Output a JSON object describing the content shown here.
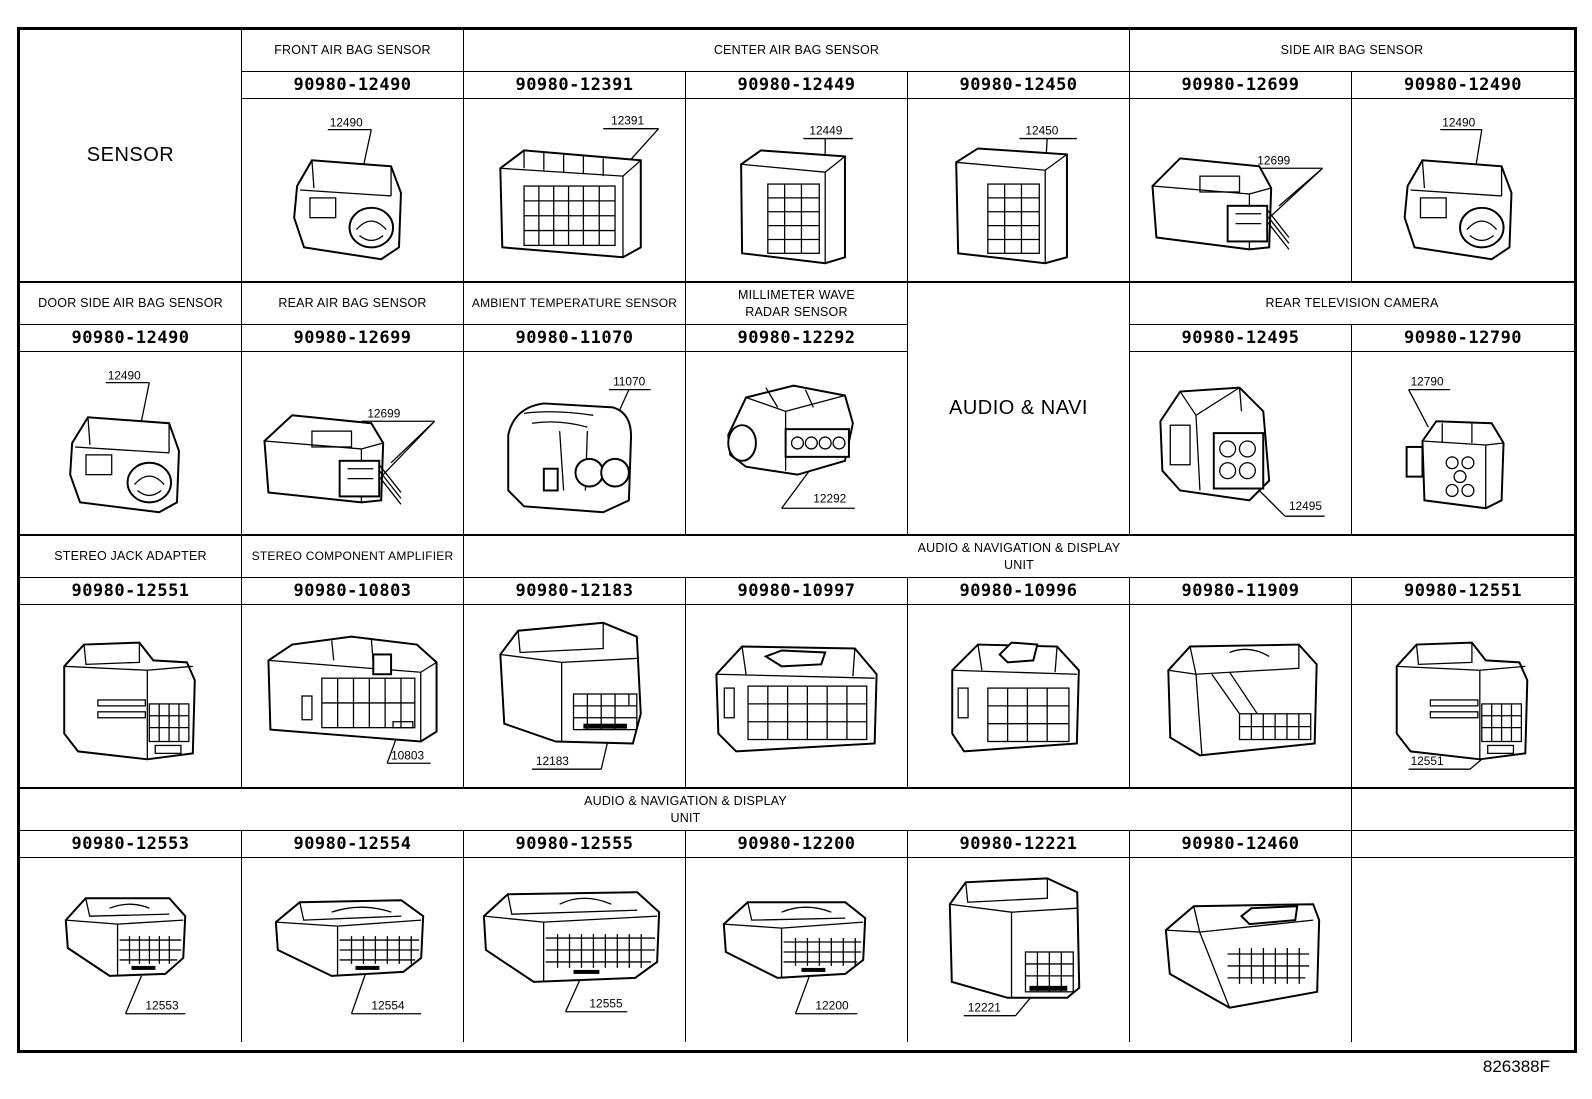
{
  "figure_code": "826388F",
  "row1": {
    "sensor_label": "SENSOR",
    "front_air_bag_sensor": "FRONT AIR BAG SENSOR",
    "center_air_bag_sensor": "CENTER AIR BAG SENSOR",
    "side_air_bag_sensor": "SIDE AIR BAG SENSOR",
    "parts": [
      "90980-12490",
      "90980-12391",
      "90980-12449",
      "90980-12450",
      "90980-12699",
      "90980-12490"
    ],
    "callouts": [
      "12490",
      "12391",
      "12449",
      "12450",
      "12699",
      "12490"
    ]
  },
  "row2": {
    "labels": [
      "DOOR SIDE AIR BAG SENSOR",
      "REAR AIR BAG SENSOR",
      "AMBIENT TEMPERATURE SENSOR",
      "MILLIMETER WAVE\nRADAR SENSOR",
      "AUDIO & NAVI",
      "REAR TELEVISION CAMERA"
    ],
    "parts": [
      "90980-12490",
      "90980-12699",
      "90980-11070",
      "90980-12292",
      "90980-12495",
      "90980-12790"
    ],
    "callouts": [
      "12490",
      "12699",
      "11070",
      "12292",
      "12495",
      "12790"
    ]
  },
  "row3": {
    "labels": [
      "STEREO JACK ADAPTER",
      "STEREO COMPONENT AMPLIFIER",
      "AUDIO & NAVIGATION & DISPLAY\nUNIT"
    ],
    "parts": [
      "90980-12551",
      "90980-10803",
      "90980-12183",
      "90980-10997",
      "90980-10996",
      "90980-11909",
      "90980-12551"
    ],
    "callouts": [
      "10803",
      "12183",
      "12551"
    ]
  },
  "row4": {
    "label": "AUDIO & NAVIGATION & DISPLAY\nUNIT",
    "parts": [
      "90980-12553",
      "90980-12554",
      "90980-12555",
      "90980-12200",
      "90980-12221",
      "90980-12460"
    ],
    "callouts": [
      "12553",
      "12554",
      "12555",
      "12200",
      "12221"
    ]
  }
}
